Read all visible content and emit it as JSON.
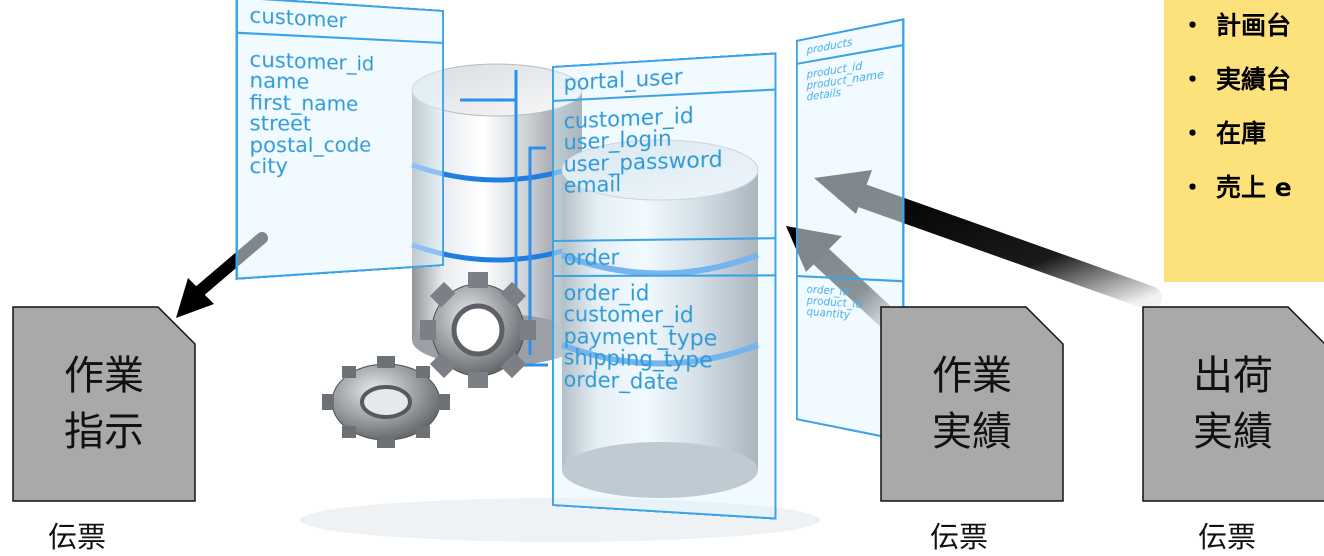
{
  "tables": {
    "customer": {
      "name": "customer",
      "fields": [
        "customer_id",
        "name",
        "first_name",
        "street",
        "postal_code",
        "city"
      ]
    },
    "portal_user": {
      "name": "portal_user",
      "fields": [
        "customer_id",
        "user_login",
        "user_password",
        "email"
      ]
    },
    "order": {
      "name": "order",
      "fields": [
        "order_id",
        "customer_id",
        "payment_type",
        "shipping_type",
        "order_date"
      ]
    },
    "products": {
      "name": "products",
      "fields": [
        "product_id",
        "product_name",
        "details"
      ],
      "order_details_fields": [
        "order_id",
        "product_id",
        "quantity"
      ]
    }
  },
  "bullets": [
    "計画台",
    "実績台",
    "在庫",
    "売上 e"
  ],
  "bullet_mark": "・",
  "documents": [
    {
      "lines": [
        "作業",
        "指示"
      ],
      "caption": "伝票"
    },
    {
      "lines": [
        "作業",
        "実績"
      ],
      "caption": "伝票"
    },
    {
      "lines": [
        "出荷",
        "実績"
      ],
      "caption": "伝票"
    }
  ],
  "colors": {
    "panel_border": "#3da3e6",
    "panel_text": "#2f9ad8",
    "bullet_box": "#fde17a",
    "document_fill": "#a9a9a9"
  }
}
